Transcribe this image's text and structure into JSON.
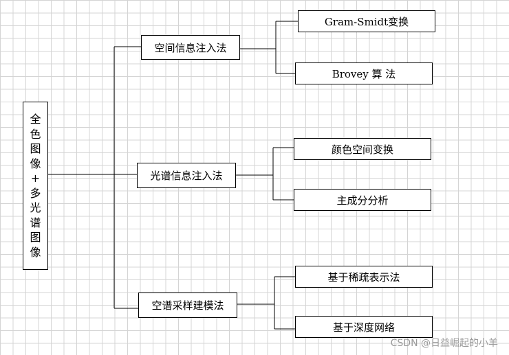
{
  "root": {
    "label": [
      "全",
      "色",
      "图",
      "像",
      "+",
      "多",
      "光",
      "谱",
      "图",
      "像"
    ]
  },
  "branches": [
    {
      "label": "空间信息注入法",
      "children": [
        "Gram-Smidt变换",
        "Brovey 算  法"
      ]
    },
    {
      "label": "光谱信息注入法",
      "children": [
        "颜色空间变换",
        "主成分分析"
      ]
    },
    {
      "label": "空谱采样建模法",
      "children": [
        "基于稀疏表示法",
        "基于深度网络"
      ]
    }
  ],
  "watermark": "CSDN @日益崛起的小羊"
}
